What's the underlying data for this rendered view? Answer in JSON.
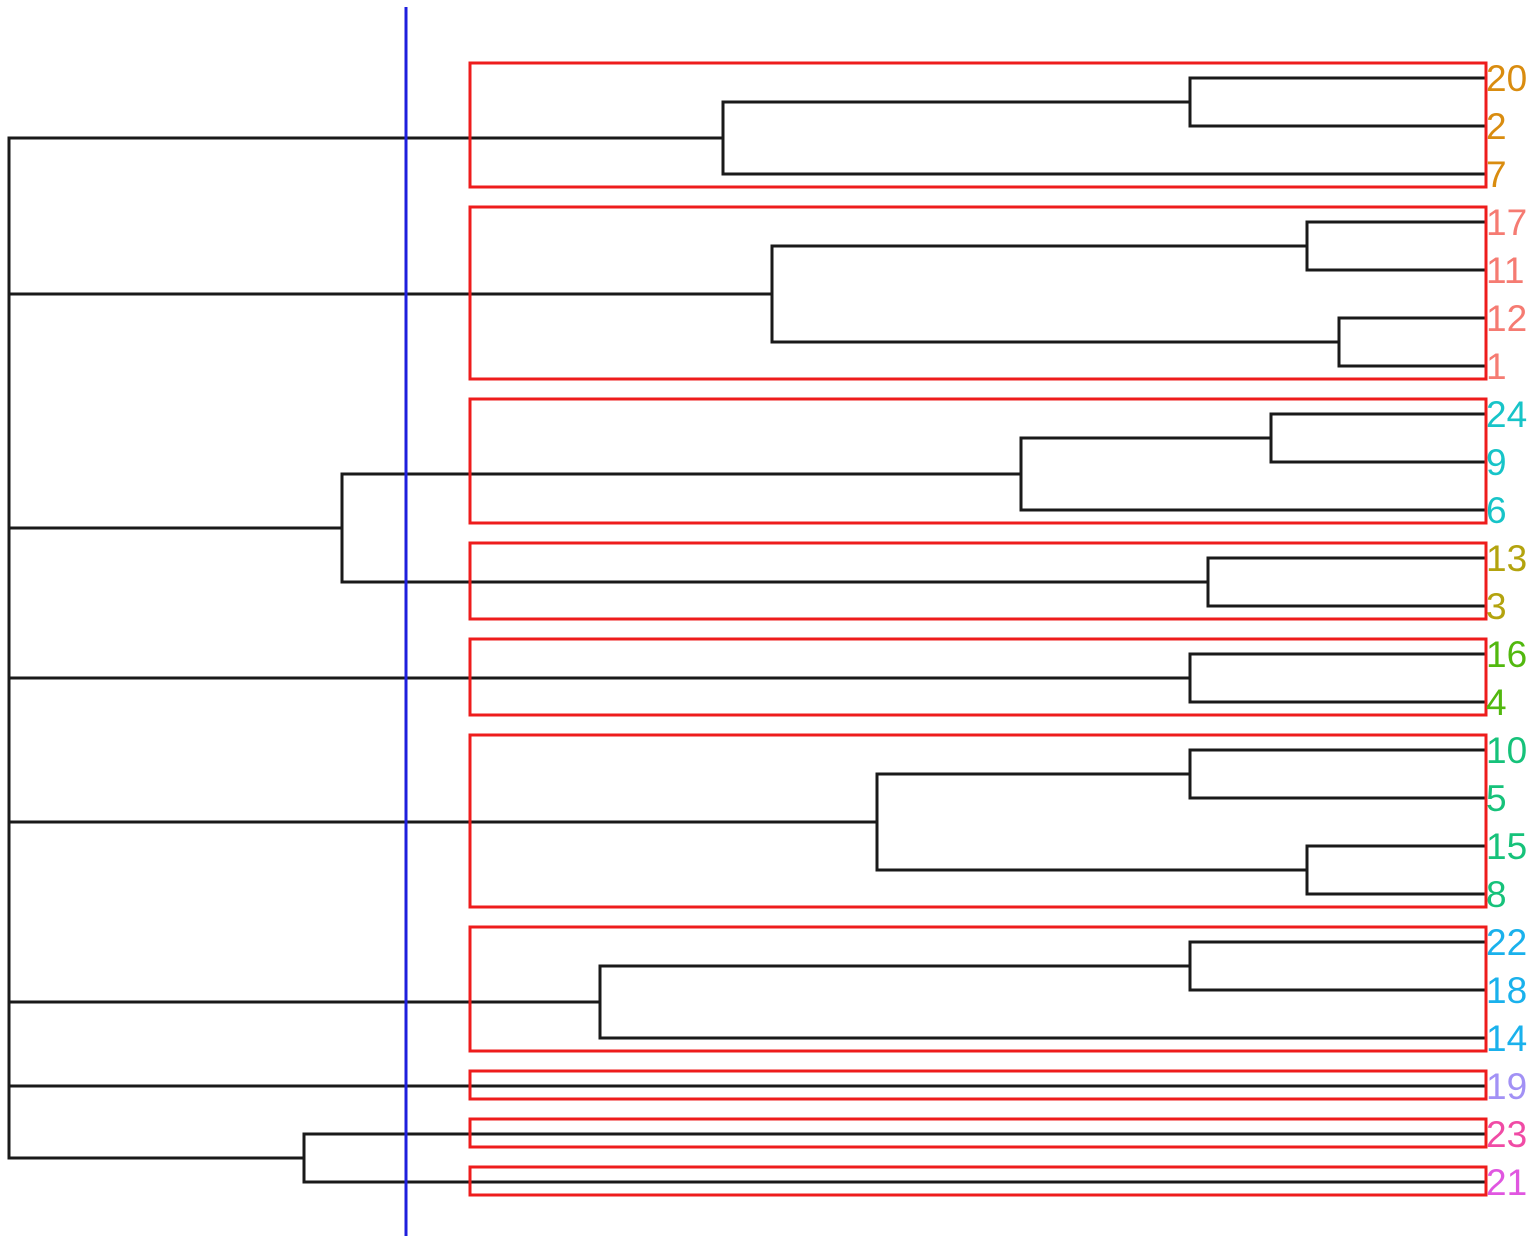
{
  "diagram": {
    "type": "dendrogram",
    "orientation": "horizontal",
    "colors": {
      "branch": "#1a1a1a",
      "cluster_box": "#ee1c1c",
      "cut_line": "#1f1fdd"
    },
    "leaves": [
      {
        "label": "20",
        "color": "#d98c0f"
      },
      {
        "label": "2",
        "color": "#d98c0f"
      },
      {
        "label": "7",
        "color": "#d98c0f"
      },
      {
        "label": "17",
        "color": "#f57b72"
      },
      {
        "label": "11",
        "color": "#f57b72"
      },
      {
        "label": "12",
        "color": "#f57b72"
      },
      {
        "label": "1",
        "color": "#f57b72"
      },
      {
        "label": "24",
        "color": "#17c4c8"
      },
      {
        "label": "9",
        "color": "#17c4c8"
      },
      {
        "label": "6",
        "color": "#17c4c8"
      },
      {
        "label": "13",
        "color": "#b3a30e"
      },
      {
        "label": "3",
        "color": "#b3a30e"
      },
      {
        "label": "16",
        "color": "#52b80f"
      },
      {
        "label": "4",
        "color": "#52b80f"
      },
      {
        "label": "10",
        "color": "#16c27a"
      },
      {
        "label": "5",
        "color": "#16c27a"
      },
      {
        "label": "15",
        "color": "#16c27a"
      },
      {
        "label": "8",
        "color": "#16c27a"
      },
      {
        "label": "22",
        "color": "#1ab1ec"
      },
      {
        "label": "18",
        "color": "#1ab1ec"
      },
      {
        "label": "14",
        "color": "#1ab1ec"
      },
      {
        "label": "19",
        "color": "#a291f5"
      },
      {
        "label": "23",
        "color": "#f04ba5"
      },
      {
        "label": "21",
        "color": "#e056e0"
      }
    ]
  }
}
